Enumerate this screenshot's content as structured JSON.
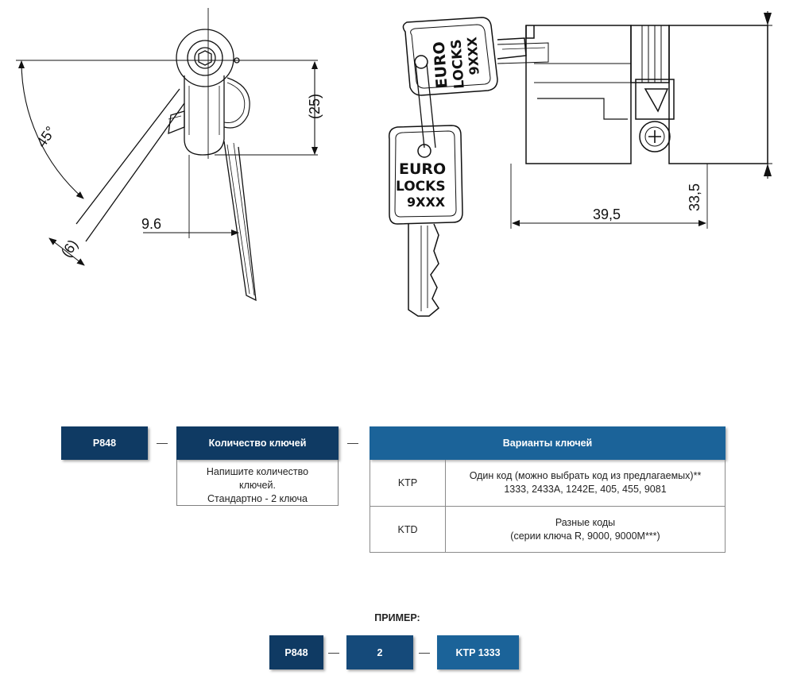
{
  "drawing": {
    "dimensions": {
      "angle": "45°",
      "handle_offset": "(6)",
      "lever_width": "9.6",
      "height_25": "(25)",
      "length": "39,5",
      "height": "33,5"
    },
    "key_label_top": [
      "EURO",
      "LOCKS",
      "9XXX"
    ],
    "key_label_bottom": [
      "EURO",
      "LOCKS",
      "9XXX"
    ]
  },
  "order": {
    "product_code": "P848",
    "separator": "—",
    "quantity": {
      "header": "Количество ключей",
      "description": [
        "Напишите количество",
        "ключей.",
        "Стандартно - 2 ключа"
      ]
    },
    "variants": {
      "header": "Варианты ключей",
      "rows": [
        {
          "code": "KTP",
          "lines": [
            "Один код (можно выбрать код из предлагаемых)**",
            "1333, 2433A, 1242E, 405, 455, 9081"
          ]
        },
        {
          "code": "KTD",
          "lines": [
            "Разные коды",
            "(серии ключа R, 9000, 9000M***)"
          ]
        }
      ]
    }
  },
  "example": {
    "label": "ПРИМЕР:",
    "product_code": "P848",
    "quantity": "2",
    "variant": "KTP 1333"
  }
}
